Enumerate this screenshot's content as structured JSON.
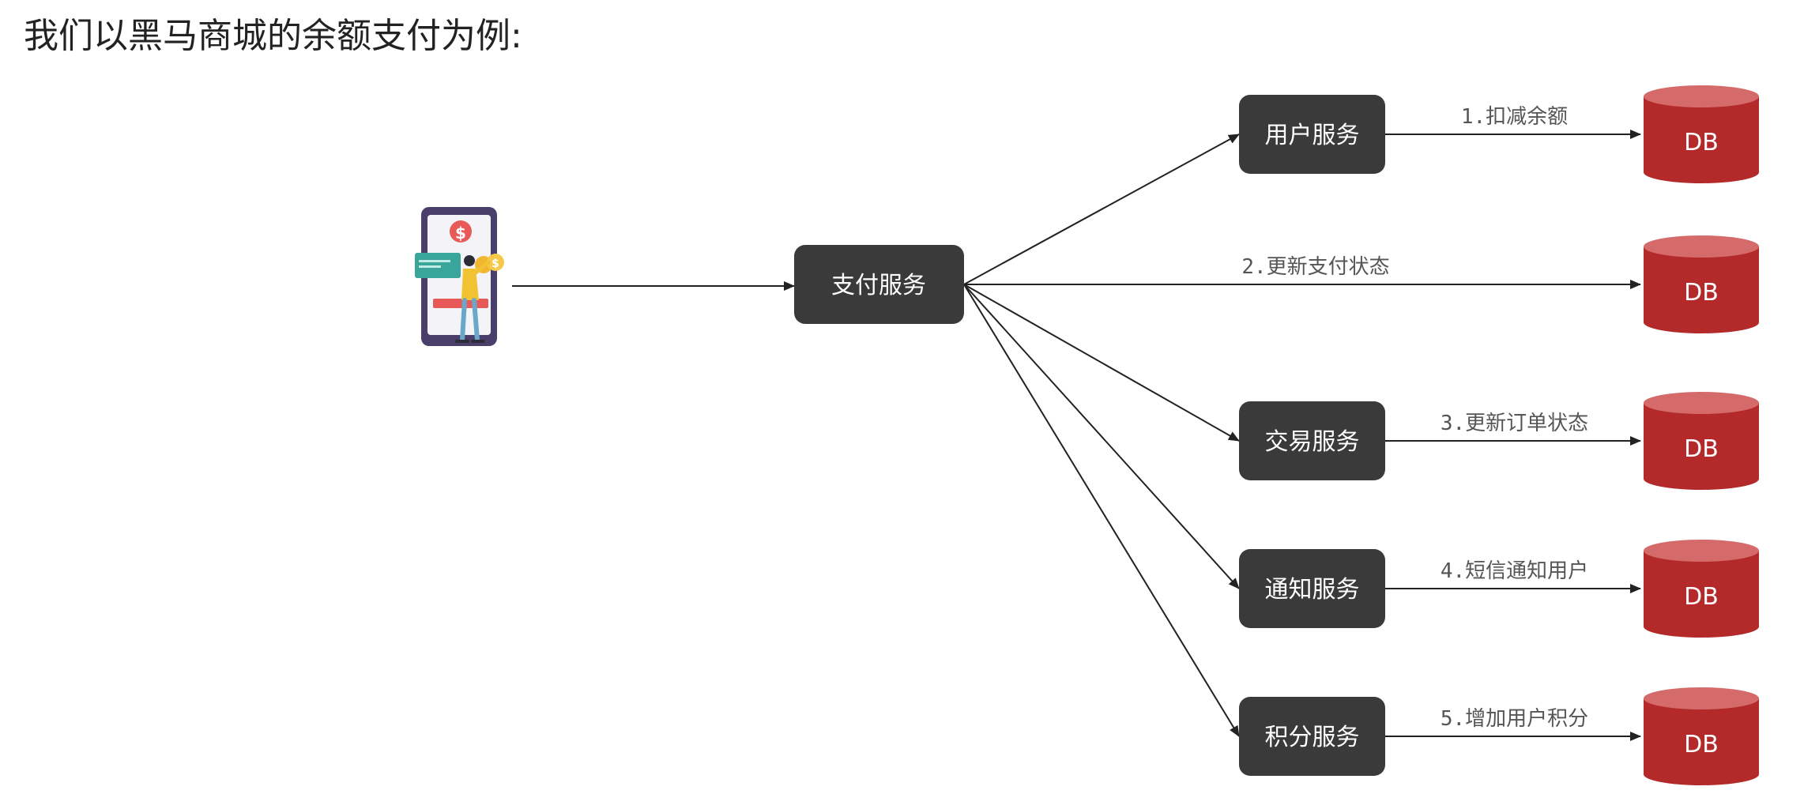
{
  "title": "我们以黑马商城的余额支付为例:",
  "colors": {
    "service_box": "#3a3a3a",
    "db_body": "#b42a2a",
    "db_top": "#d46a6a",
    "arrow": "#222222",
    "edge_label": "#555555"
  },
  "client": {
    "icon": "phone-payment-icon",
    "glyph": "$"
  },
  "hub": {
    "label": "支付服务"
  },
  "services": [
    {
      "label": "用户服务",
      "edge_label": "1.扣减余额",
      "db": "DB"
    },
    {
      "label": "",
      "edge_label": "2.更新支付状态",
      "db": "DB"
    },
    {
      "label": "交易服务",
      "edge_label": "3.更新订单状态",
      "db": "DB"
    },
    {
      "label": "通知服务",
      "edge_label": "4.短信通知用户",
      "db": "DB"
    },
    {
      "label": "积分服务",
      "edge_label": "5.增加用户积分",
      "db": "DB"
    }
  ]
}
